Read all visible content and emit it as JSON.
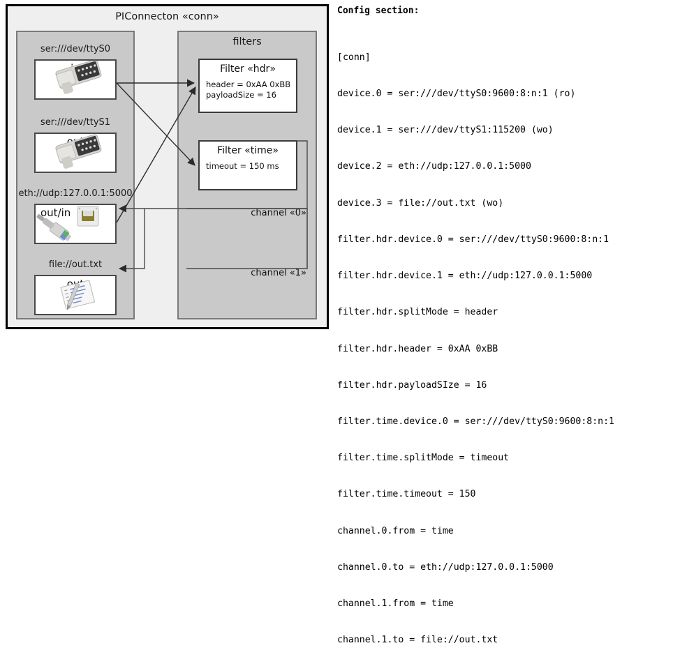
{
  "diagram": {
    "frame_title": "PIConnecton «conn»",
    "devices_panel": {
      "name": "devices-panel",
      "items": [
        {
          "label": "ser:///dev/ttyS0",
          "kind": "in",
          "icon": "serial-db9-icon"
        },
        {
          "label": "ser:///dev/ttyS1",
          "kind": "out",
          "icon": "serial-db9-icon"
        },
        {
          "label": "eth://udp:127.0.0.1:5000",
          "kind": "out/in",
          "icon": "ethernet-rj45-icon"
        },
        {
          "label": "file://out.txt",
          "kind": "out",
          "icon": "text-file-icon"
        }
      ]
    },
    "filters_panel": {
      "title": "filters",
      "filters": [
        {
          "title": "Filter «hdr»",
          "props": [
            "header = 0xAA 0xBB",
            "payloadSize = 16"
          ]
        },
        {
          "title": "Filter «time»",
          "props": [
            "timeout = 150 ms"
          ]
        }
      ],
      "channels": [
        {
          "label": "channel «0»"
        },
        {
          "label": "channel «1»"
        }
      ]
    }
  },
  "config": {
    "heading": "Config section:",
    "lines": [
      "[conn]",
      "device.0 = ser:///dev/ttyS0:9600:8:n:1 (ro)",
      "device.1 = ser:///dev/ttyS1:115200 (wo)",
      "device.2 = eth://udp:127.0.0.1:5000",
      "device.3 = file://out.txt (wo)",
      "filter.hdr.device.0 = ser:///dev/ttyS0:9600:8:n:1",
      "filter.hdr.device.1 = eth://udp:127.0.0.1:5000",
      "filter.hdr.splitMode = header",
      "filter.hdr.header = 0xAA 0xBB",
      "filter.hdr.payloadSIze = 16",
      "filter.time.device.0 = ser:///dev/ttyS0:9600:8:n:1",
      "filter.time.splitMode = timeout",
      "filter.time.timeout = 150",
      "channel.0.from = time",
      "channel.0.to = eth://udp:127.0.0.1:5000",
      "channel.1.from = time",
      "channel.1.to = file://out.txt"
    ]
  },
  "colors": {
    "page_background": "#ffffff",
    "frame_background": "#efefef",
    "panel_background": "#c9c9c9",
    "box_background": "#ffffff",
    "border_dark": "#000000",
    "border_mid": "#4a4a4a",
    "text": "#111111"
  }
}
